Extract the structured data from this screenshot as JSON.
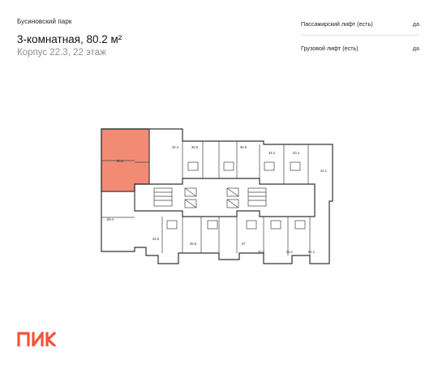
{
  "header": {
    "project_name": "Бусиновский парк",
    "apartment_title": "3-комнатная, 80.2 м²",
    "building_floor": "Корпус 22.3, 22 этаж"
  },
  "features": [
    {
      "label": "Пассажирский лифт (есть)",
      "value": "да"
    },
    {
      "label": "Грузовой лифт (есть)",
      "value": "да"
    }
  ],
  "floor_plan": {
    "highlight_color": "#f28b74",
    "apartment_areas": [
      "80.2",
      "34.4",
      "36.5",
      "36.6",
      "34.2",
      "20.4",
      "42.1",
      "59.4",
      "34.5",
      "35.9",
      "37",
      "33.4",
      "21.1",
      "61.1"
    ]
  },
  "brand": {
    "logo_text": "ПИК",
    "logo_color": "#f5543b"
  }
}
